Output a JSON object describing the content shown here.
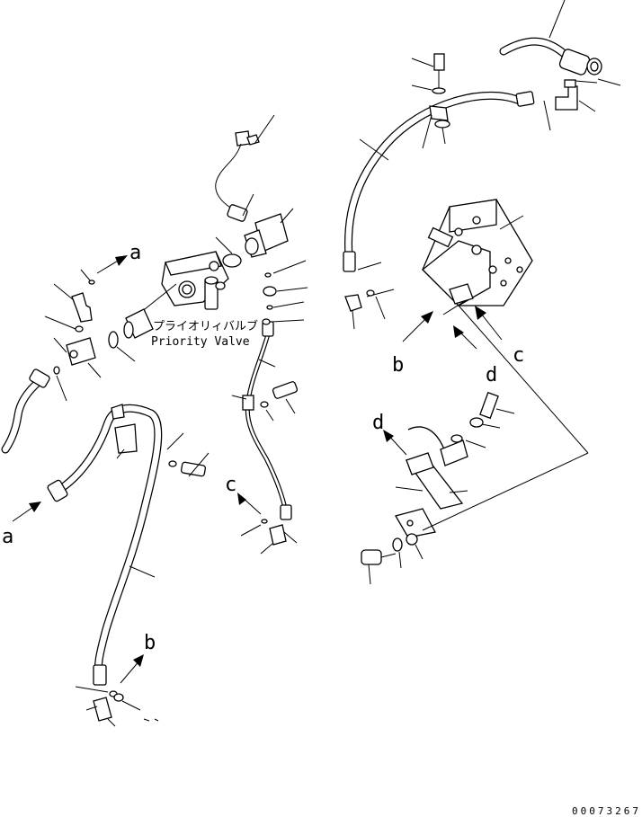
{
  "labels": {
    "a_top": "a",
    "a_bottom": "a",
    "b_bottom": "b",
    "b_right": "b",
    "c_center": "c",
    "c_right": "c",
    "d_right": "d",
    "d_lower": "d"
  },
  "priority_valve": {
    "japanese": "プライオリィバルブ",
    "english": "Priority Valve"
  },
  "drawing_code": "00073267"
}
